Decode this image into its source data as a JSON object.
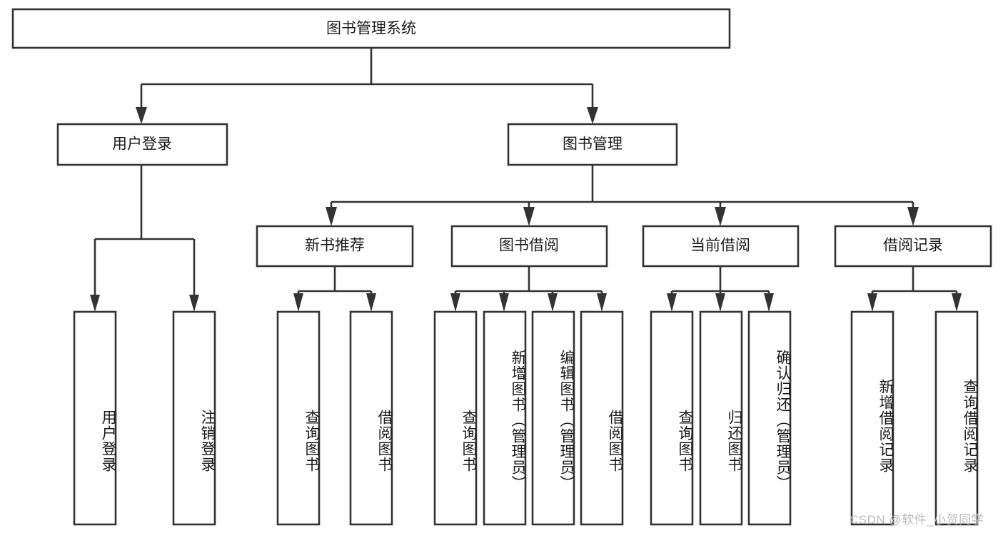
{
  "diagram": {
    "type": "tree-hierarchy",
    "title": "图书管理系统",
    "watermark": "CSDN @软件_小贺同学",
    "colors": {
      "stroke": "#333333",
      "box_fill": "#ffffff",
      "text": "#1a1a1a",
      "watermark": "#b9b9b9",
      "background": "#ffffff"
    },
    "levels": {
      "root": "图书管理系统",
      "level2": [
        "用户登录",
        "图书管理"
      ],
      "level3": [
        "新书推荐",
        "图书借阅",
        "当前借阅",
        "借阅记录"
      ]
    },
    "nodes": {
      "root": {
        "label": "图书管理系统",
        "orientation": "horizontal"
      },
      "user_login": {
        "label": "用户登录",
        "orientation": "horizontal"
      },
      "book_manage": {
        "label": "图书管理",
        "orientation": "horizontal"
      },
      "new_book_rec": {
        "label": "新书推荐",
        "orientation": "horizontal"
      },
      "book_borrow": {
        "label": "图书借阅",
        "orientation": "horizontal"
      },
      "current_borrow": {
        "label": "当前借阅",
        "orientation": "horizontal"
      },
      "borrow_record": {
        "label": "借阅记录",
        "orientation": "horizontal"
      },
      "leaf_user_login": {
        "label": "用户登录",
        "orientation": "vertical"
      },
      "leaf_logout": {
        "label": "注销登录",
        "orientation": "vertical"
      },
      "leaf_query_book_1": {
        "label": "查询图书",
        "orientation": "vertical"
      },
      "leaf_borrow_book_1": {
        "label": "借阅图书",
        "orientation": "vertical"
      },
      "leaf_query_book_2": {
        "label": "查询图书",
        "orientation": "vertical"
      },
      "leaf_add_book": {
        "label": "新增图书（管理员）",
        "orientation": "vertical"
      },
      "leaf_edit_book": {
        "label": "编辑图书（管理员）",
        "orientation": "vertical"
      },
      "leaf_borrow_book_2": {
        "label": "借阅图书",
        "orientation": "vertical"
      },
      "leaf_query_book_3": {
        "label": "查询图书",
        "orientation": "vertical"
      },
      "leaf_return_book": {
        "label": "归还图书",
        "orientation": "vertical"
      },
      "leaf_confirm_return": {
        "label": "确认归还（管理员）",
        "orientation": "vertical"
      },
      "leaf_add_record": {
        "label": "新增借阅记录",
        "orientation": "vertical"
      },
      "leaf_query_record": {
        "label": "查询借阅记录",
        "orientation": "vertical"
      }
    },
    "edges": [
      {
        "from": "root",
        "to": "user_login"
      },
      {
        "from": "root",
        "to": "book_manage"
      },
      {
        "from": "user_login",
        "to": "leaf_user_login"
      },
      {
        "from": "user_login",
        "to": "leaf_logout"
      },
      {
        "from": "book_manage",
        "to": "new_book_rec"
      },
      {
        "from": "book_manage",
        "to": "book_borrow"
      },
      {
        "from": "book_manage",
        "to": "current_borrow"
      },
      {
        "from": "book_manage",
        "to": "borrow_record"
      },
      {
        "from": "new_book_rec",
        "to": "leaf_query_book_1"
      },
      {
        "from": "new_book_rec",
        "to": "leaf_borrow_book_1"
      },
      {
        "from": "book_borrow",
        "to": "leaf_query_book_2"
      },
      {
        "from": "book_borrow",
        "to": "leaf_add_book"
      },
      {
        "from": "book_borrow",
        "to": "leaf_edit_book"
      },
      {
        "from": "book_borrow",
        "to": "leaf_borrow_book_2"
      },
      {
        "from": "current_borrow",
        "to": "leaf_query_book_3"
      },
      {
        "from": "current_borrow",
        "to": "leaf_return_book"
      },
      {
        "from": "current_borrow",
        "to": "leaf_confirm_return"
      },
      {
        "from": "borrow_record",
        "to": "leaf_add_record"
      },
      {
        "from": "borrow_record",
        "to": "leaf_query_record"
      }
    ]
  }
}
